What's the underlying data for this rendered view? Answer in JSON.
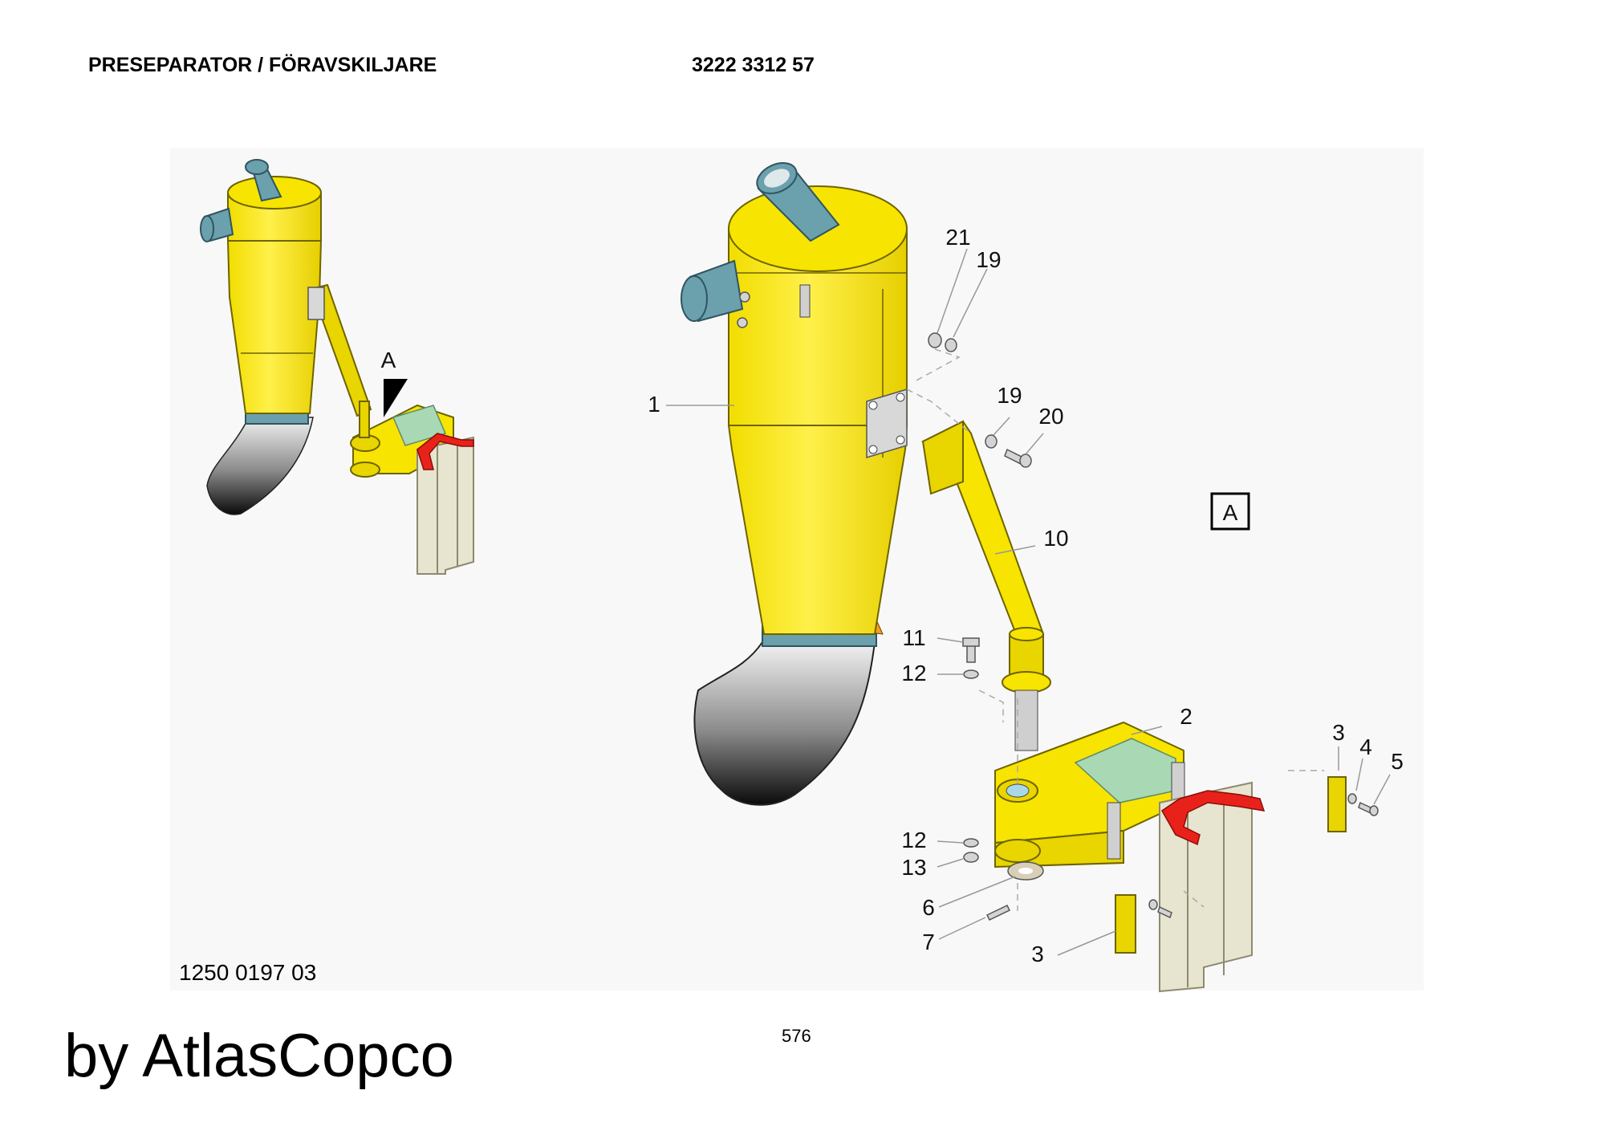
{
  "header": {
    "title": "PRESEPARATOR / FÖRAVSKILJARE",
    "part_number": "3222 3312 57"
  },
  "figure": {
    "detail_marker_label": "A",
    "detail_box_label": "A",
    "callouts": [
      "1",
      "2",
      "3",
      "4",
      "5",
      "3",
      "6",
      "7",
      "10",
      "11",
      "12",
      "12",
      "13",
      "19",
      "19",
      "20",
      "21"
    ],
    "colors": {
      "body": "#f7e400",
      "pipe": "#6ba0ad",
      "clamp": "#e8221a",
      "beam": "#e7e4cf",
      "window": "#a8d8b4"
    }
  },
  "footer": {
    "doc_number": "1250 0197 03",
    "page_number": "576",
    "brand": "by AtlasCopco"
  }
}
